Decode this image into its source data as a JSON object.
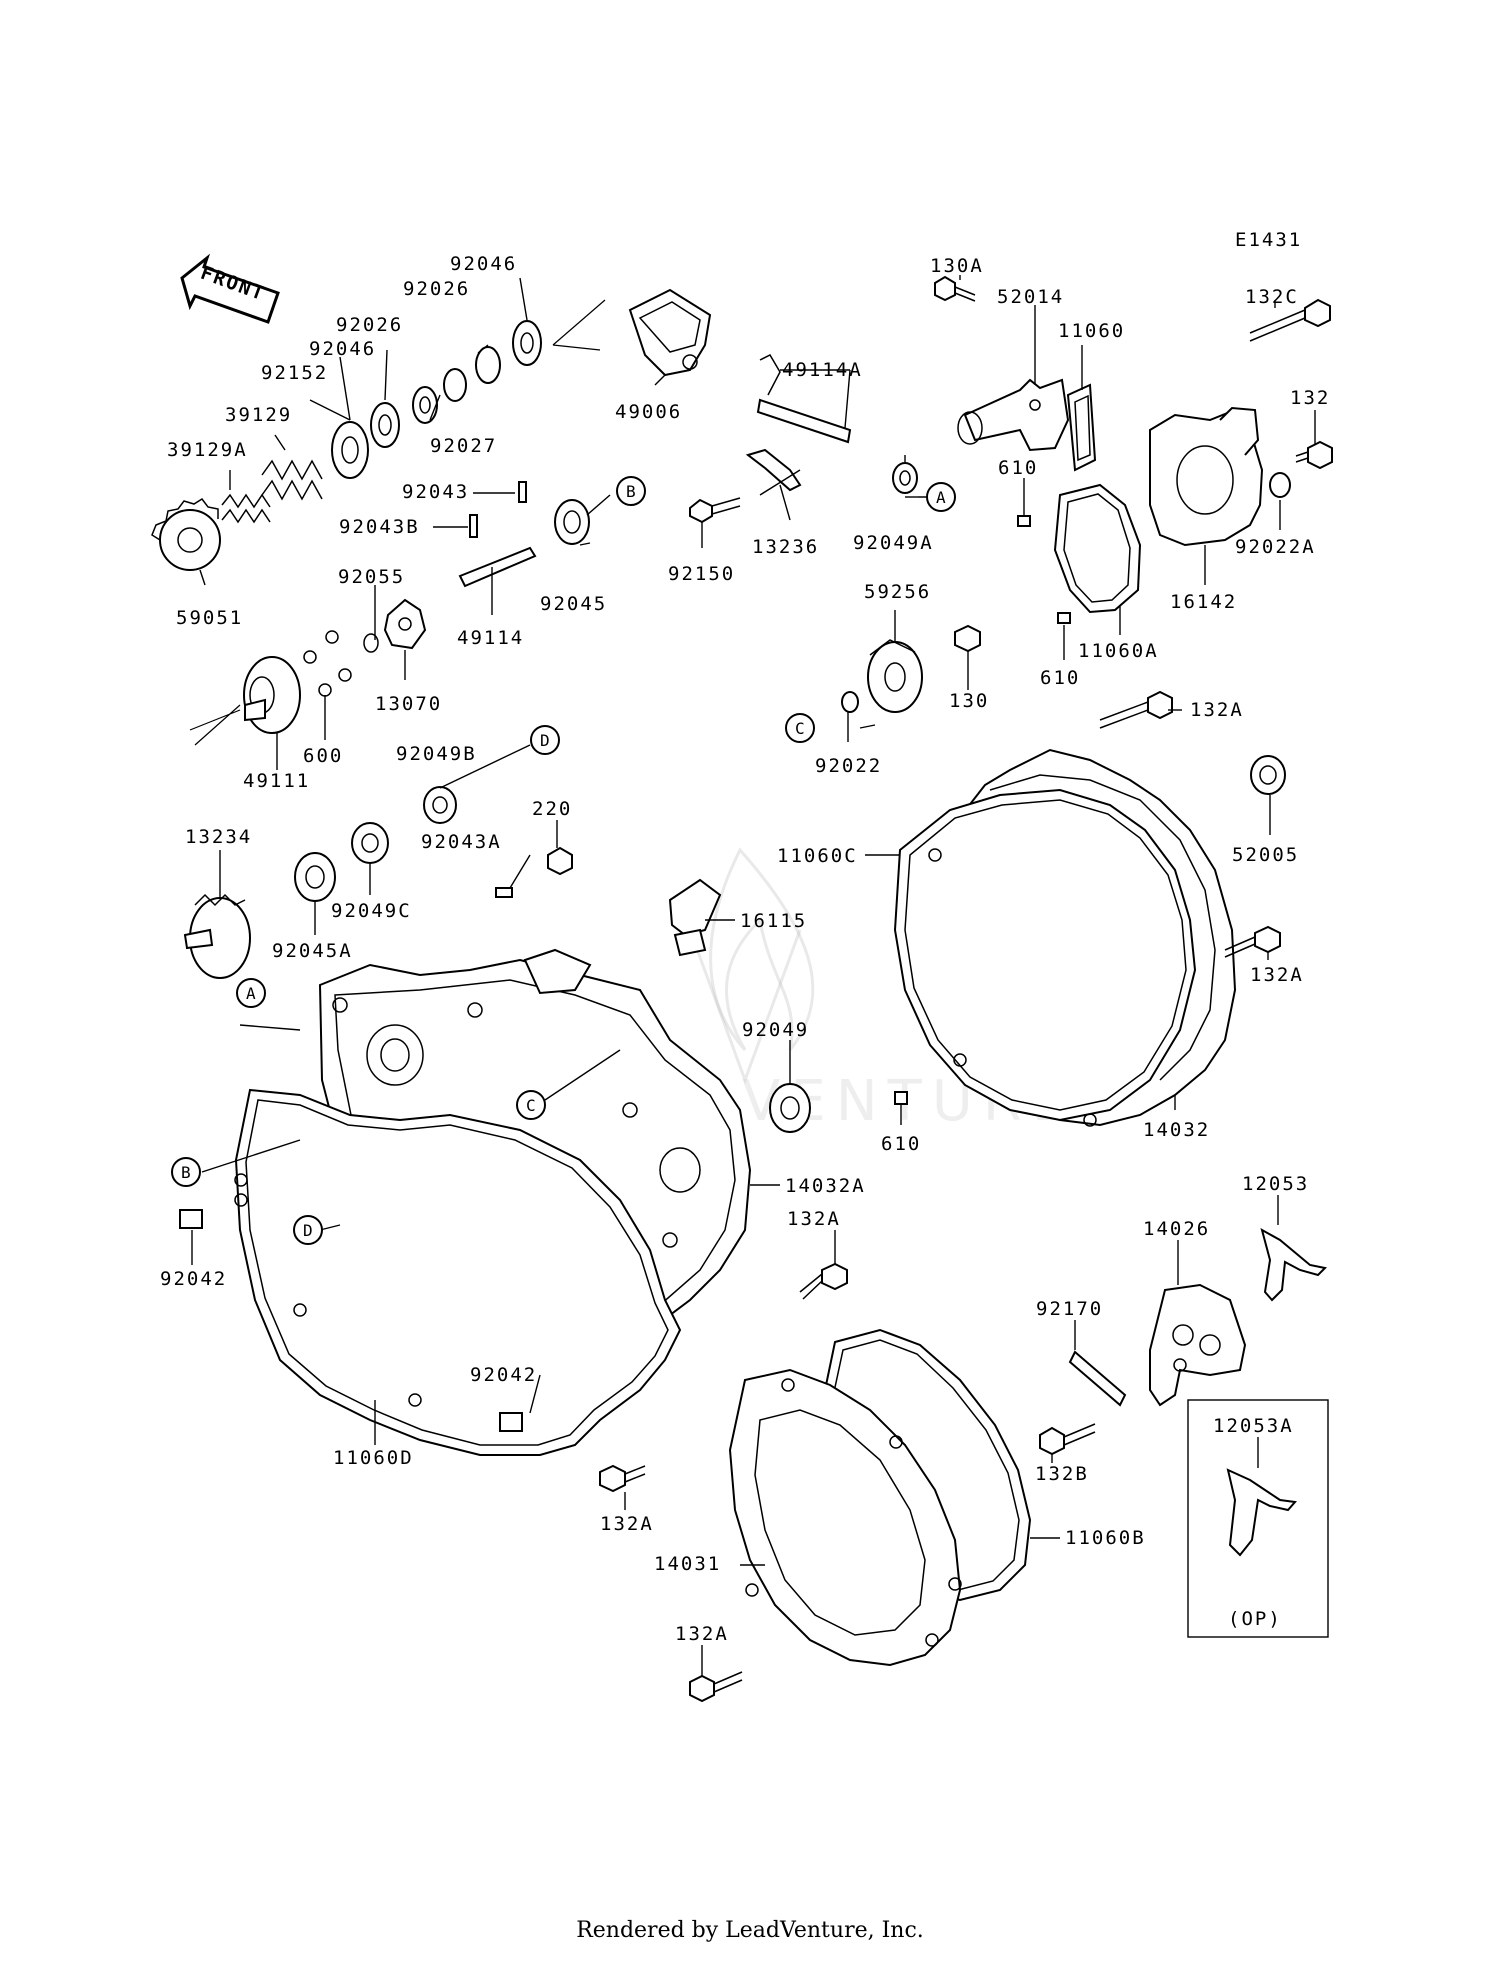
{
  "diagram_code": "E1431",
  "front_label": "FRONT",
  "callout_letters": [
    "A",
    "B",
    "C",
    "D"
  ],
  "option_label": "(OP)",
  "footer": "Rendered by LeadVenture, Inc.",
  "watermark_text": "LEADVENTURE",
  "parts": [
    "92046",
    "92026",
    "92026",
    "92046",
    "92152",
    "39129",
    "39129A",
    "59051",
    "92027",
    "92043",
    "92043B",
    "49006",
    "49114A",
    "13236",
    "92150",
    "92045",
    "49114",
    "92055",
    "13070",
    "600",
    "49111",
    "92049A",
    "130A",
    "52014",
    "11060",
    "132C",
    "132",
    "610",
    "92022A",
    "16142",
    "11060A",
    "610",
    "59256",
    "130",
    "92022",
    "132A",
    "52005",
    "11060C",
    "132A",
    "610",
    "14032",
    "92049B",
    "220",
    "92043A",
    "13234",
    "92045A",
    "92049C",
    "16115",
    "92049",
    "14032A",
    "92042",
    "92042",
    "11060D",
    "132A",
    "132A",
    "14031",
    "11060B",
    "132A",
    "14026",
    "12053",
    "92170",
    "132B",
    "12053A"
  ]
}
